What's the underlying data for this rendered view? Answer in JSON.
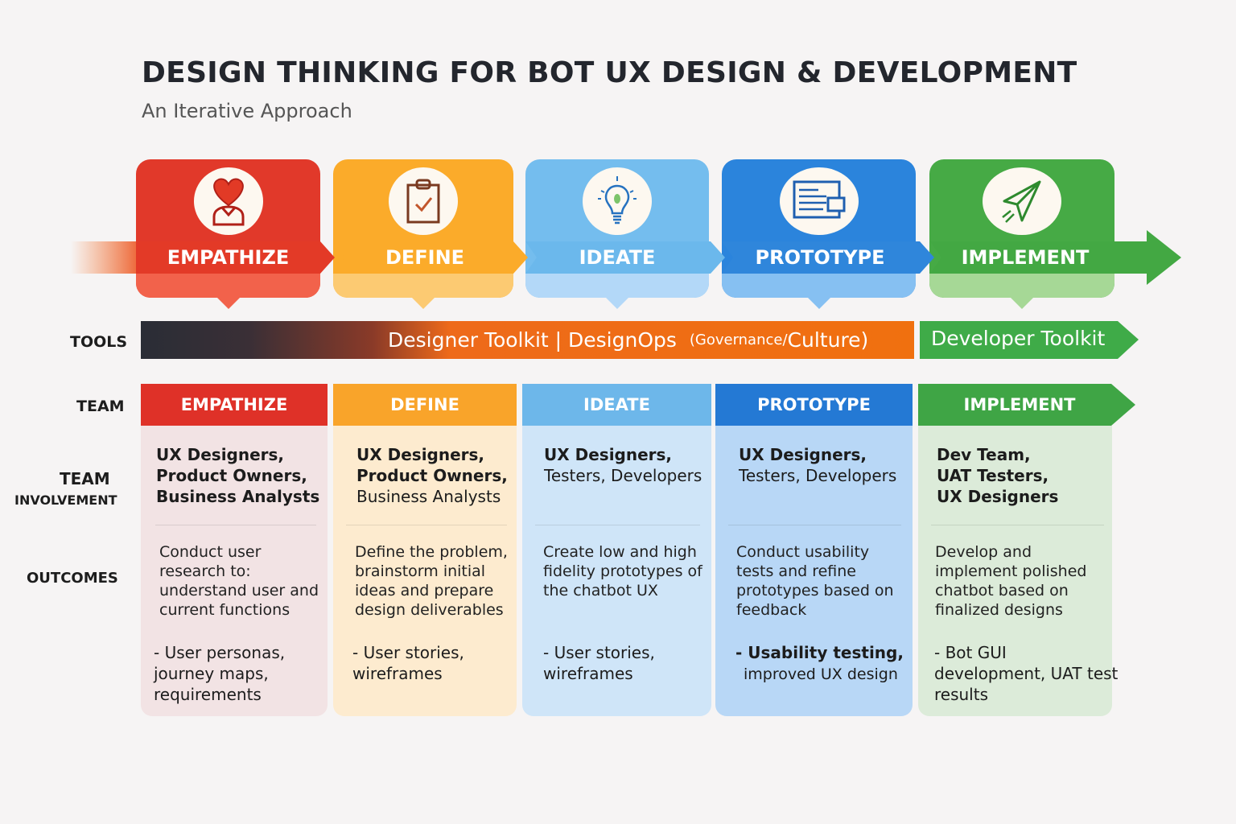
{
  "title": "DESIGN THINKING FOR BOT UX DESIGN & DEVELOPMENT",
  "subtitle": "An Iterative Approach",
  "stages": [
    {
      "name": "EMPATHIZE",
      "icon": "heart-person-icon",
      "color": "#e23a26"
    },
    {
      "name": "DEFINE",
      "icon": "clipboard-check-icon",
      "color": "#f9a825"
    },
    {
      "name": "IDEATE",
      "icon": "lightbulb-icon",
      "color": "#6bb8ec"
    },
    {
      "name": "PROTOTYPE",
      "icon": "wireframe-screen-icon",
      "color": "#2f86db"
    },
    {
      "name": "IMPLEMENT",
      "icon": "paper-plane-icon",
      "color": "#43a843"
    }
  ],
  "row_labels": {
    "tools": "TOOLS",
    "team": "TEAM",
    "involvement_1": "TEAM",
    "involvement_2": "INVOLVEMENT",
    "outcomes": "OUTCOMES"
  },
  "tools": {
    "designer_a": "Designer Toolkit | DesignOps ",
    "designer_b": "(Governance/",
    "designer_c": "Culture)",
    "developer": "Developer Toolkit"
  },
  "columns": [
    {
      "header": "EMPATHIZE",
      "team_bold": "UX Designers, Product Owners, Business Analysts",
      "team_regular": "",
      "outcome": "Conduct user research to: understand user and current functions",
      "deliverables": "- User personas, journey maps, requirements"
    },
    {
      "header": "DEFINE",
      "team_bold": "UX Designers, Product Owners,",
      "team_regular": "Business Analysts",
      "outcome": "Define the problem, brainstorm initial ideas and prepare design deliverables",
      "deliverables": "- User stories, wireframes"
    },
    {
      "header": "IDEATE",
      "team_bold": "UX Designers,",
      "team_regular": "Testers, Developers",
      "outcome": "Create low and high fidelity prototypes of the chatbot UX",
      "deliverables": "- User stories, wireframes"
    },
    {
      "header": "PROTOTYPE",
      "team_bold": "UX Designers,",
      "team_regular": "Testers, Developers",
      "outcome": "Conduct usability tests and refine prototypes based on feedback",
      "deliverables_bold": "- Usability testing,",
      "deliverables": "improved UX design"
    },
    {
      "header": "IMPLEMENT",
      "team_bold": "Dev Team, UAT Testers, UX Designers",
      "team_regular": "",
      "outcome": "Develop and implement polished chatbot based on finalized designs",
      "deliverables": "- Bot GUI development, UAT test results"
    }
  ]
}
